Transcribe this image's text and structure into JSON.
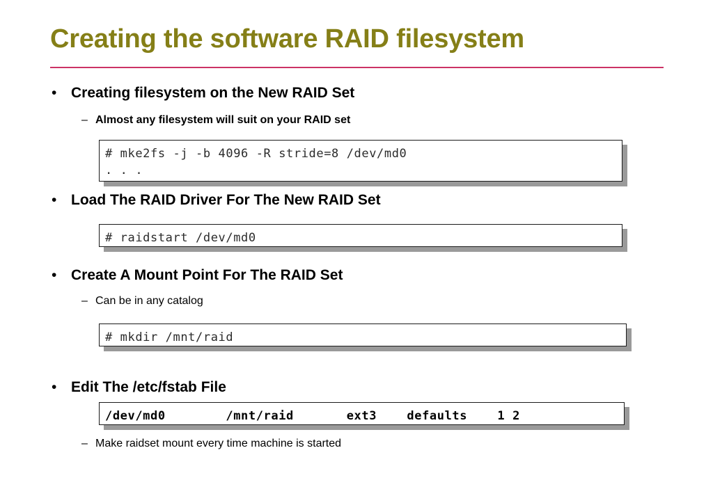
{
  "slide": {
    "title": "Creating the software RAID filesystem",
    "title_color": "#857f17",
    "rule_color": "#cc3366",
    "background_color": "#ffffff",
    "bullet_marker": "•",
    "subbullet_marker": "–"
  },
  "sections": [
    {
      "heading": "Creating filesystem on the New RAID Set",
      "subbullet_before": "Almost any filesystem will suit on your RAID set",
      "subbullet_before_bold": true,
      "code_lines": [
        "# mke2fs -j -b 4096 -R stride=8 /dev/md0",
        ". . ."
      ],
      "code_bold": false
    },
    {
      "heading": "Load The RAID Driver For The New RAID Set",
      "subbullet_before": "",
      "code_lines": [
        "# raidstart /dev/md0"
      ],
      "code_bold": false
    },
    {
      "heading": "Create A Mount Point For The RAID Set",
      "subbullet_before": "Can be in any catalog",
      "subbullet_before_bold": false,
      "code_lines": [
        "# mkdir /mnt/raid"
      ],
      "code_bold": false
    },
    {
      "heading": "Edit The /etc/fstab File",
      "subbullet_before": "",
      "code_lines": [
        "/dev/md0        /mnt/raid       ext3    defaults    1 2"
      ],
      "code_bold": true,
      "subbullet_after": "Make raidset mount every time machine is started",
      "subbullet_after_bold": false
    }
  ],
  "fstab_fields": {
    "device": "/dev/md0",
    "mount_point": "/mnt/raid",
    "fs_type": "ext3",
    "options": "defaults",
    "dump": "1",
    "pass": "2"
  }
}
